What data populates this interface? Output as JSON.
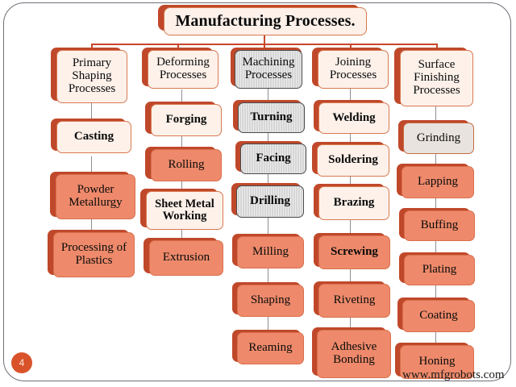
{
  "slide": {
    "title": "Manufacturing Processes.",
    "page_number": "4",
    "watermark": "www.mfgrobots.com"
  },
  "colors": {
    "accent_orange": "#c0482a",
    "salmon_fill": "#ee8a6b",
    "cream_fill": "#fdf1ea",
    "gray_fill": "#d6d6d6",
    "beige_fill": "#e8e3de",
    "badge": "#d9532a"
  },
  "chart_data": {
    "type": "diagram",
    "title": "Manufacturing Processes.",
    "root": "Manufacturing Processes.",
    "branches": [
      {
        "heading": "Primary Shaping Processes",
        "items": [
          "Casting",
          "Powder Metallurgy",
          "Processing of Plastics"
        ]
      },
      {
        "heading": "Deforming Processes",
        "items": [
          "Forging",
          "Rolling",
          "Sheet Metal Working",
          "Extrusion"
        ]
      },
      {
        "heading": "Machining Processes",
        "items": [
          "Turning",
          "Facing",
          "Drilling",
          "Milling",
          "Shaping",
          "Reaming"
        ]
      },
      {
        "heading": "Joining Processes",
        "items": [
          "Welding",
          "Soldering",
          "Brazing",
          "Screwing",
          "Riveting",
          "Adhesive Bonding"
        ]
      },
      {
        "heading": "Surface Finishing Processes",
        "items": [
          "Grinding",
          "Lapping",
          "Buffing",
          "Plating",
          "Coating",
          "Honing"
        ]
      }
    ]
  },
  "columns": {
    "c1": {
      "head": "Primary Shaping Processes",
      "n1": "Casting",
      "n2": "Powder Metallurgy",
      "n3": "Processing of Plastics"
    },
    "c2": {
      "head": "Deforming Processes",
      "n1": "Forging",
      "n2": "Rolling",
      "n3": "Sheet Metal Working",
      "n4": "Extrusion"
    },
    "c3": {
      "head": "Machining Processes",
      "n1": "Turning",
      "n2": "Facing",
      "n3": "Drilling",
      "n4": "Milling",
      "n5": "Shaping",
      "n6": "Reaming"
    },
    "c4": {
      "head": "Joining Processes",
      "n1": "Welding",
      "n2": "Soldering",
      "n3": "Brazing",
      "n4": "Screwing",
      "n5": "Riveting",
      "n6": "Adhesive Bonding"
    },
    "c5": {
      "head": "Surface Finishing Processes",
      "n1": "Grinding",
      "n2": "Lapping",
      "n3": "Buffing",
      "n4": "Plating",
      "n5": "Coating",
      "n6": "Honing"
    }
  }
}
